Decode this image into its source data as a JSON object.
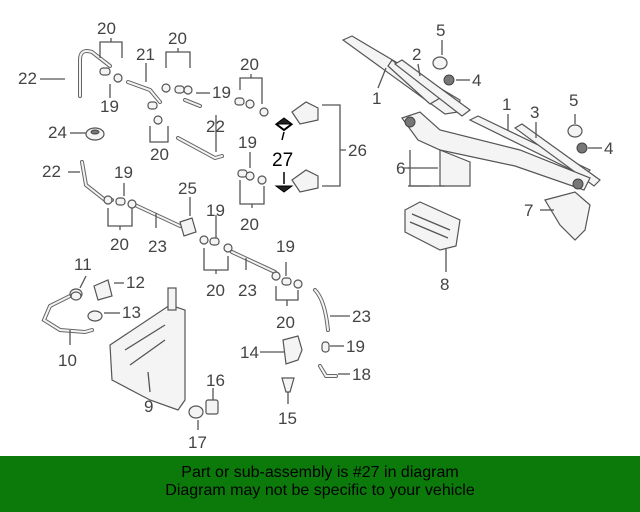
{
  "callouts": [
    "1",
    "2",
    "3",
    "4",
    "5",
    "6",
    "7",
    "8",
    "9",
    "10",
    "11",
    "12",
    "13",
    "14",
    "15",
    "16",
    "17",
    "18",
    "19",
    "20",
    "21",
    "22",
    "23",
    "24",
    "25",
    "26",
    "27"
  ],
  "highlight_part": "27",
  "footer": {
    "line1": "Part or sub-assembly is #27 in diagram",
    "line2": "Diagram may not be specific to your vehicle"
  },
  "colors": {
    "footer_bg": "#0b7a0b",
    "footer_text": "#000000",
    "line_art": "#555555"
  }
}
